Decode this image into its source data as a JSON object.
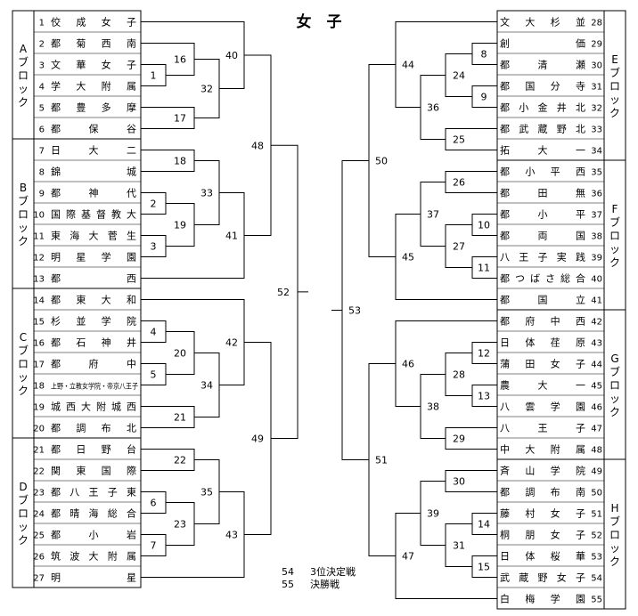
{
  "title": "女　子",
  "left_blocks": [
    {
      "label": "Aブロック",
      "teams": [
        {
          "seed": "1",
          "name": "佼成女子"
        },
        {
          "seed": "2",
          "name": "都菊西南"
        },
        {
          "seed": "3",
          "name": "文華女子"
        },
        {
          "seed": "4",
          "name": "学大附属"
        },
        {
          "seed": "5",
          "name": "都豊多摩"
        },
        {
          "seed": "6",
          "name": "都保谷"
        }
      ]
    },
    {
      "label": "Bブロック",
      "teams": [
        {
          "seed": "7",
          "name": "日大二"
        },
        {
          "seed": "8",
          "name": "錦城"
        },
        {
          "seed": "9",
          "name": "都神代"
        },
        {
          "seed": "10",
          "name": "国際基督教大"
        },
        {
          "seed": "11",
          "name": "東海大菅生"
        },
        {
          "seed": "12",
          "name": "明星学園"
        },
        {
          "seed": "13",
          "name": "都西"
        }
      ]
    },
    {
      "label": "Cブロック",
      "teams": [
        {
          "seed": "14",
          "name": "都東大和"
        },
        {
          "seed": "15",
          "name": "杉並学院"
        },
        {
          "seed": "16",
          "name": "都石神井"
        },
        {
          "seed": "17",
          "name": "都府中"
        },
        {
          "seed": "18",
          "name": "上野・立教女学院・帝京八王子"
        },
        {
          "seed": "19",
          "name": "城西大附城西"
        },
        {
          "seed": "20",
          "name": "都調布北"
        }
      ]
    },
    {
      "label": "Dブロック",
      "teams": [
        {
          "seed": "21",
          "name": "都日野台"
        },
        {
          "seed": "22",
          "name": "関東国際"
        },
        {
          "seed": "23",
          "name": "都八王子東"
        },
        {
          "seed": "24",
          "name": "都晴海総合"
        },
        {
          "seed": "25",
          "name": "都小岩"
        },
        {
          "seed": "26",
          "name": "筑波大附属"
        },
        {
          "seed": "27",
          "name": "明星"
        }
      ]
    }
  ],
  "right_blocks": [
    {
      "label": "Eブロック",
      "teams": [
        {
          "seed": "28",
          "name": "文大杉並"
        },
        {
          "seed": "29",
          "name": "創価"
        },
        {
          "seed": "30",
          "name": "都清瀬"
        },
        {
          "seed": "31",
          "name": "都国分寺"
        },
        {
          "seed": "32",
          "name": "都小金井北"
        },
        {
          "seed": "33",
          "name": "都武蔵野北"
        },
        {
          "seed": "34",
          "name": "拓大一"
        }
      ]
    },
    {
      "label": "Fブロック",
      "teams": [
        {
          "seed": "35",
          "name": "都小平西"
        },
        {
          "seed": "36",
          "name": "都田無"
        },
        {
          "seed": "37",
          "name": "都小平"
        },
        {
          "seed": "38",
          "name": "都両国"
        },
        {
          "seed": "39",
          "name": "八王子実践"
        },
        {
          "seed": "40",
          "name": "都つばさ総合"
        },
        {
          "seed": "41",
          "name": "都国立"
        }
      ]
    },
    {
      "label": "Gブロック",
      "teams": [
        {
          "seed": "42",
          "name": "都府中西"
        },
        {
          "seed": "43",
          "name": "日体荏原"
        },
        {
          "seed": "44",
          "name": "蒲田女子"
        },
        {
          "seed": "45",
          "name": "農大一"
        },
        {
          "seed": "46",
          "name": "八雲学園"
        },
        {
          "seed": "47",
          "name": "八王子"
        },
        {
          "seed": "48",
          "name": "中大附属"
        }
      ]
    },
    {
      "label": "Hブロック",
      "teams": [
        {
          "seed": "49",
          "name": "斉山学院"
        },
        {
          "seed": "50",
          "name": "都調布南"
        },
        {
          "seed": "51",
          "name": "藤村女子"
        },
        {
          "seed": "52",
          "name": "桐朋女子"
        },
        {
          "seed": "53",
          "name": "日体桜華"
        },
        {
          "seed": "54",
          "name": "武蔵野女子"
        },
        {
          "seed": "55",
          "name": "白梅学園"
        }
      ]
    }
  ],
  "match_numbers": [
    "1",
    "2",
    "3",
    "4",
    "5",
    "6",
    "7",
    "8",
    "9",
    "10",
    "11",
    "12",
    "13",
    "14",
    "15",
    "16",
    "17",
    "18",
    "19",
    "20",
    "21",
    "22",
    "23",
    "24",
    "25",
    "26",
    "27",
    "28",
    "29",
    "30",
    "31",
    "32",
    "33",
    "34",
    "35",
    "36",
    "37",
    "38",
    "39",
    "40",
    "41",
    "42",
    "43",
    "44",
    "45",
    "46",
    "47",
    "48",
    "49",
    "50",
    "51",
    "52",
    "53"
  ],
  "legend": [
    {
      "number": "54",
      "text": "3位決定戦"
    },
    {
      "number": "55",
      "text": "決勝戦"
    }
  ]
}
